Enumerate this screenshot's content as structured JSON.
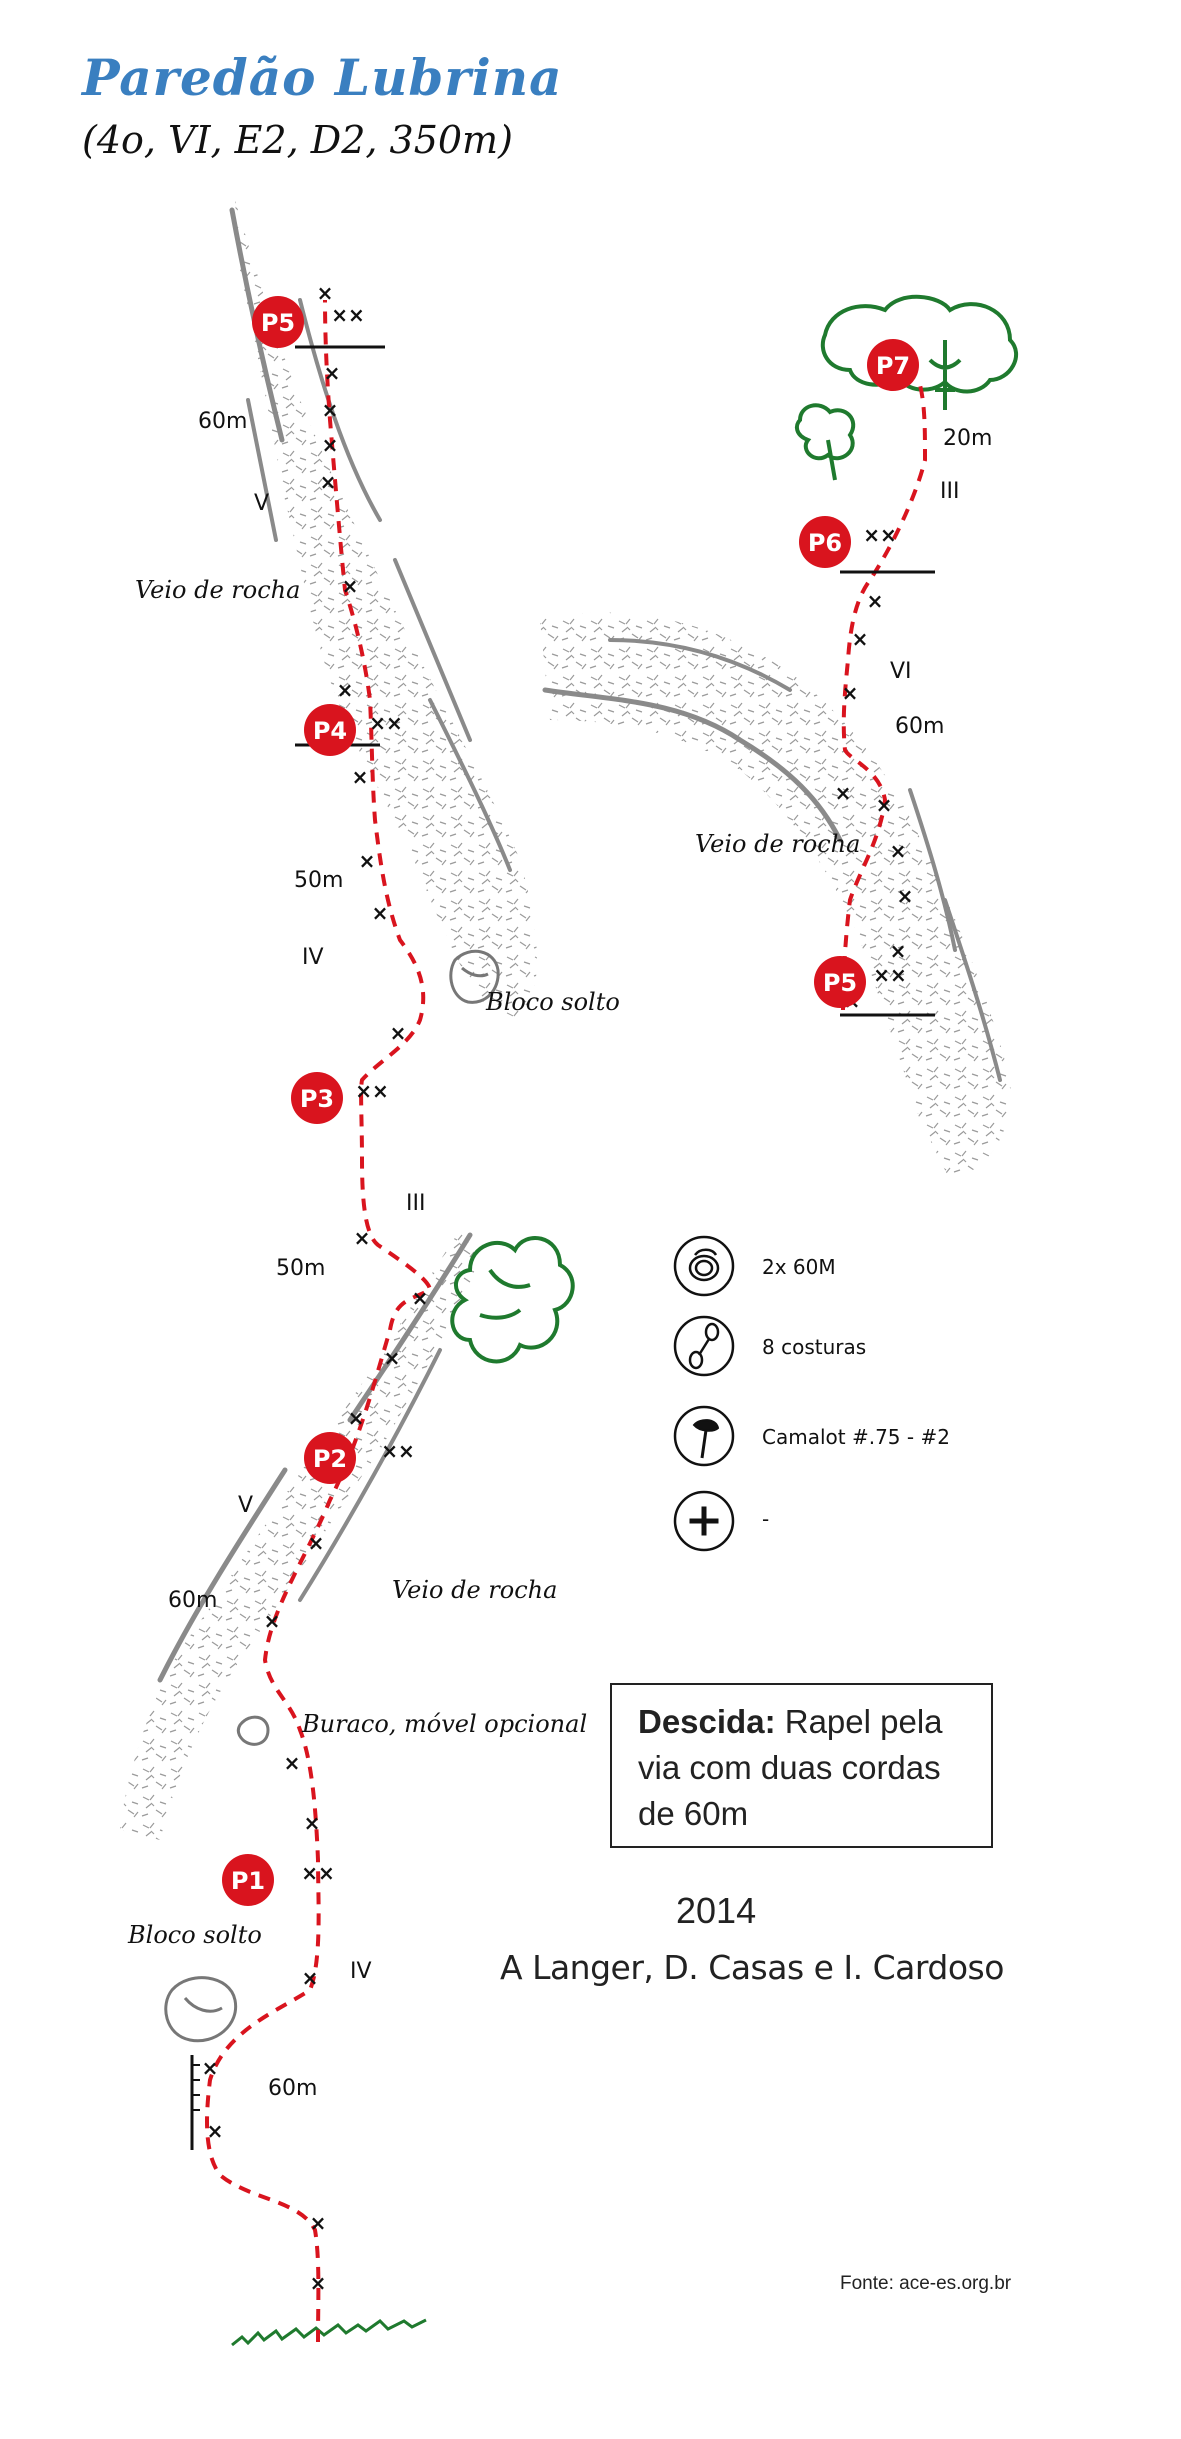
{
  "header": {
    "title": "Paredão Lubrina",
    "grade": "(4o, VI, E2, D2, 350m)"
  },
  "pitches": [
    {
      "belay": "P1",
      "length": "60m",
      "grade": "IV"
    },
    {
      "belay": "P2",
      "length": "60m",
      "grade": "V"
    },
    {
      "belay": "P3",
      "length": "50m",
      "grade": "III"
    },
    {
      "belay": "P4",
      "length": "50m",
      "grade": "IV"
    },
    {
      "belay": "P5",
      "length": "60m",
      "grade": "V"
    },
    {
      "belay": "P6",
      "length": "60m",
      "grade": "VI"
    },
    {
      "belay": "P7",
      "length": "20m",
      "grade": "III"
    }
  ],
  "features": {
    "veio1": "Veio de rocha",
    "veio2": "Veio de rocha",
    "veio3": "Veio de rocha",
    "bloco1": "Bloco solto",
    "bloco2": "Bloco solto",
    "buraco": "Buraco, móvel opcional"
  },
  "legend": [
    {
      "icon": "rope-icon",
      "text": "2x 60M"
    },
    {
      "icon": "quickdraw-icon",
      "text": "8 costuras"
    },
    {
      "icon": "cam-icon",
      "text": "Camalot #.75 - #2"
    },
    {
      "icon": "first-aid-icon",
      "text": "-"
    }
  ],
  "bolt_mark": "×",
  "anchor_mark": "××",
  "descent": {
    "label": "Descida:",
    "text": "Rapel pela via com duas cordas de 60m"
  },
  "credits": {
    "year": "2014",
    "authors": "A Langer, D. Casas e I. Cardoso",
    "source": "Fonte: ace-es.org.br"
  },
  "colors": {
    "route": "#d9141e",
    "belay": "#d9141e",
    "title": "#3a7fc0",
    "vegetation": "#1f7a2e",
    "rock": "#8a8a8a"
  }
}
